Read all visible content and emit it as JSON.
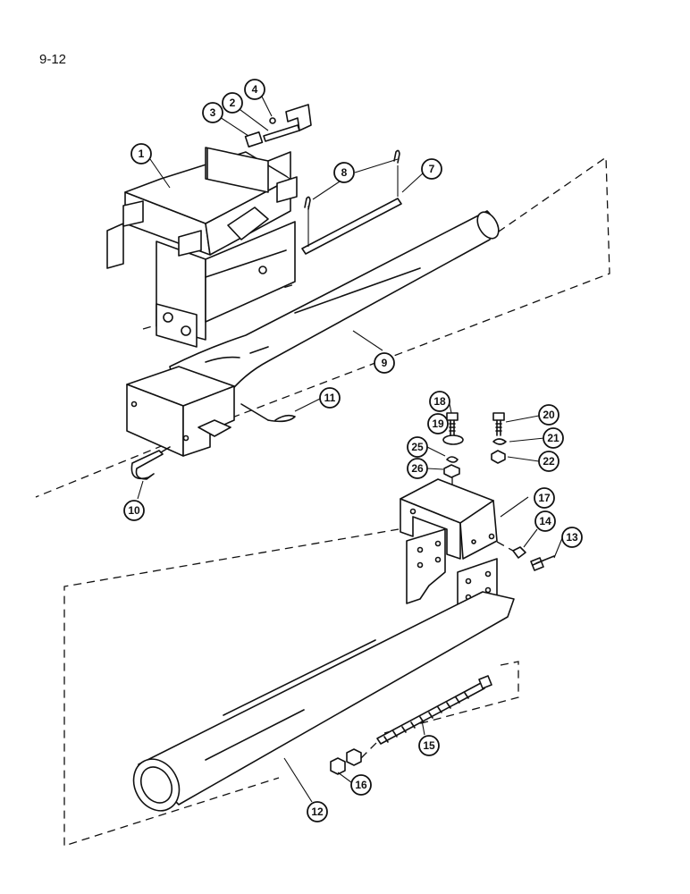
{
  "page_number": "9-12",
  "callouts": [
    {
      "id": "c1",
      "label": "1"
    },
    {
      "id": "c2",
      "label": "2"
    },
    {
      "id": "c3",
      "label": "3"
    },
    {
      "id": "c4",
      "label": "4"
    },
    {
      "id": "c7",
      "label": "7"
    },
    {
      "id": "c8",
      "label": "8"
    },
    {
      "id": "c9",
      "label": "9"
    },
    {
      "id": "c10",
      "label": "10"
    },
    {
      "id": "c11",
      "label": "11"
    },
    {
      "id": "c12",
      "label": "12"
    },
    {
      "id": "c13",
      "label": "13"
    },
    {
      "id": "c14",
      "label": "14"
    },
    {
      "id": "c15",
      "label": "15"
    },
    {
      "id": "c16",
      "label": "16"
    },
    {
      "id": "c17",
      "label": "17"
    },
    {
      "id": "c18",
      "label": "18"
    },
    {
      "id": "c19",
      "label": "19"
    },
    {
      "id": "c20",
      "label": "20"
    },
    {
      "id": "c21",
      "label": "21"
    },
    {
      "id": "c22",
      "label": "22"
    },
    {
      "id": "c25",
      "label": "25"
    },
    {
      "id": "c26",
      "label": "26"
    }
  ]
}
